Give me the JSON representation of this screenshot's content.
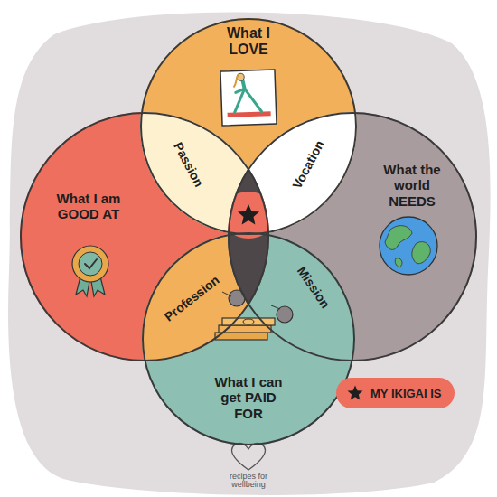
{
  "diagram": {
    "nodes": [
      {
        "text": [
          "What I LOVE"
        ]
      },
      {
        "text": [
          "What I am GOOD AT"
        ]
      },
      {
        "text": [
          "What the world NEEDS"
        ]
      },
      {
        "text": [
          "What I can get PAID FOR"
        ]
      },
      {
        "text": [
          "MY IKIGAI IS"
        ]
      }
    ],
    "labels": [
      "Passion",
      "Vocation",
      "Profession",
      "Mission",
      "recipes for wellbeing"
    ]
  }
}
